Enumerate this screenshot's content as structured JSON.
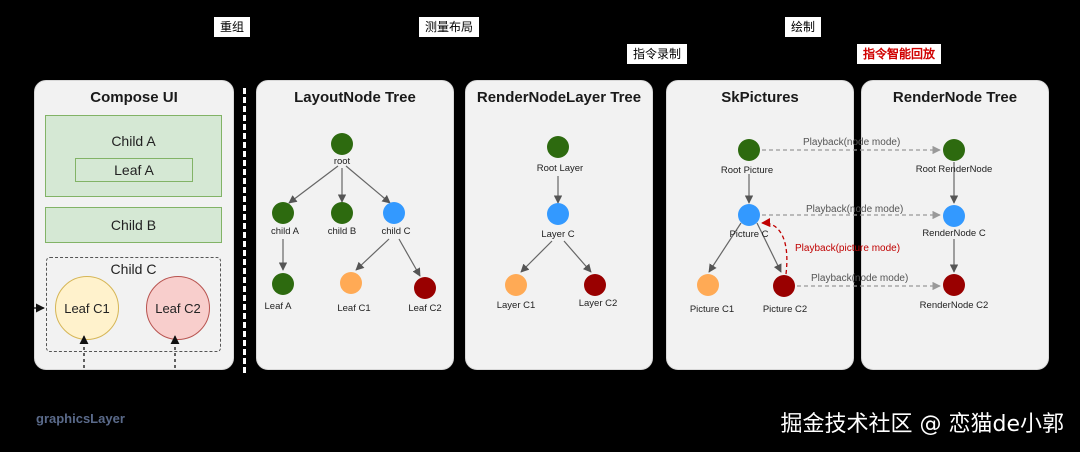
{
  "stages": {
    "recompose": "重组",
    "measure_layout": "测量布局",
    "draw": "绘制",
    "record": "指令录制",
    "smart_playback": "指令智能回放"
  },
  "panels": {
    "compose_ui": {
      "title": "Compose UI",
      "child_a": "Child A",
      "leaf_a": "Leaf A",
      "child_b": "Child B",
      "child_c": "Child C",
      "leaf_c1": "Leaf C1",
      "leaf_c2": "Leaf C2"
    },
    "layoutnode_tree": {
      "title": "LayoutNode Tree",
      "root": "root",
      "child_a": "child A",
      "child_b": "child B",
      "child_c": "child C",
      "leaf_a": "Leaf A",
      "leaf_c1": "Leaf C1",
      "leaf_c2": "Leaf C2"
    },
    "rendernodelayer_tree": {
      "title": "RenderNodeLayer Tree",
      "root_layer": "Root Layer",
      "layer_c": "Layer C",
      "layer_c1": "Layer C1",
      "layer_c2": "Layer C2"
    },
    "skpictures": {
      "title": "SkPictures",
      "root_picture": "Root Picture",
      "picture_c": "Picture C",
      "picture_c1": "Picture C1",
      "picture_c2": "Picture C2"
    },
    "rendernode_tree": {
      "title": "RenderNode Tree",
      "root_rendernode": "Root RenderNode",
      "rendernode_c": "RenderNode C",
      "rendernode_c2": "RenderNode C2"
    }
  },
  "edges": {
    "playback_node_mode_1": "Playback(node mode)",
    "playback_node_mode_2": "Playback(node mode)",
    "playback_node_mode_3": "Playback(node mode)",
    "playback_picture_mode": "Playback(picture mode)"
  },
  "colors": {
    "green_node": "#2d6a0f",
    "blue_node": "#3399ff",
    "orange_node": "#ffaa55",
    "red_node": "#990000",
    "playback_red": "#c00000"
  },
  "footer": {
    "graphics_layer": "graphicsLayer",
    "watermark": "掘金技术社区 @ 恋猫de小郭"
  }
}
